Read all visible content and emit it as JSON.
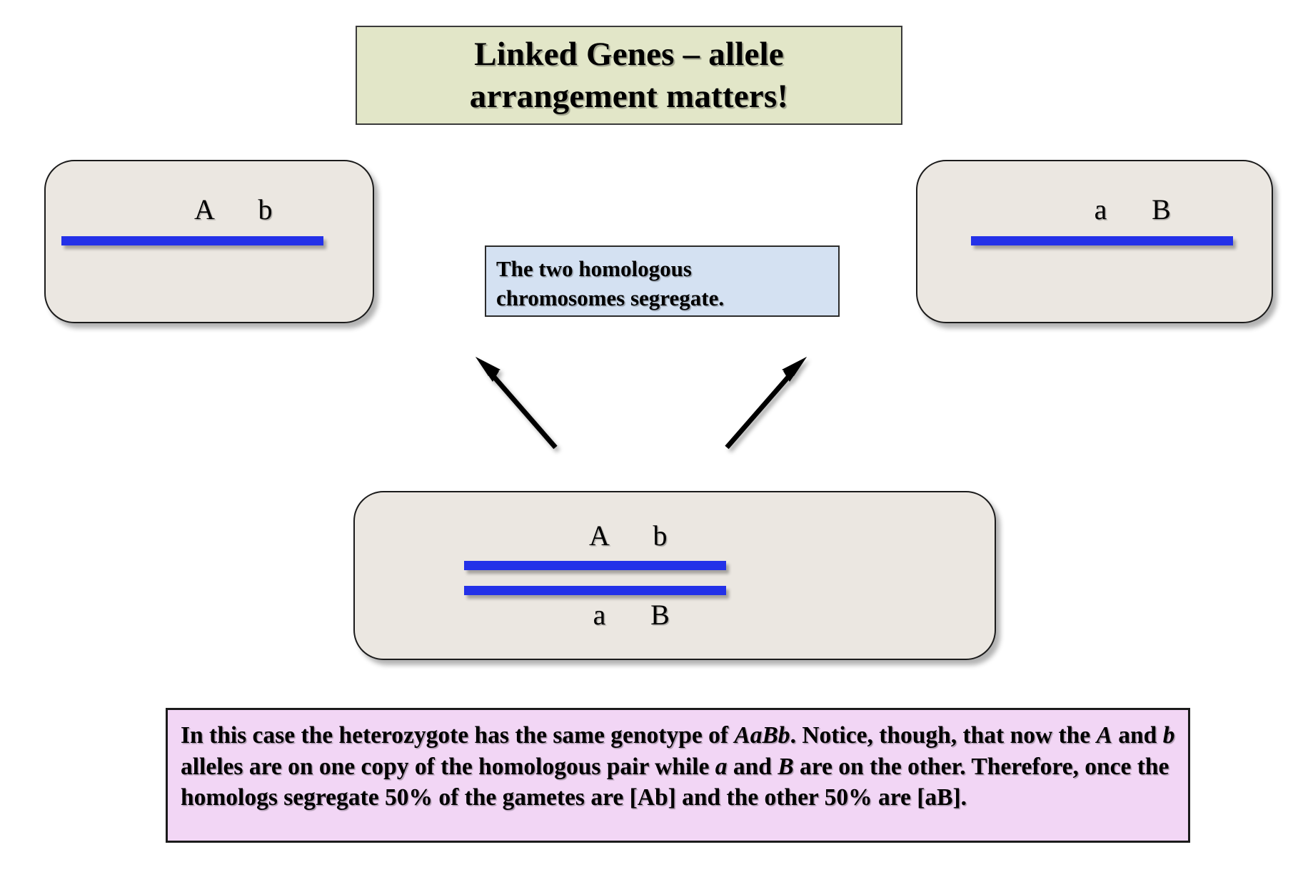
{
  "title": {
    "text": "Linked Genes – allele\narrangement matters!",
    "background_color": "#E2E6C8"
  },
  "callout": {
    "text": "The two homologous\nchromosomes segregate.",
    "background_color": "#D4E1F2"
  },
  "cards": {
    "left": {
      "name": "gamete-chromosome-Ab",
      "alleles_top": [
        "A",
        "b"
      ],
      "bar_color": "#2331E8",
      "background_color": "#EBE7E1"
    },
    "right": {
      "name": "gamete-chromosome-aB",
      "alleles_top": [
        "a",
        "B"
      ],
      "bar_color": "#2331E8",
      "background_color": "#EBE7E1"
    },
    "bottom": {
      "name": "heterozygote-homologous-pair",
      "alleles_top": [
        "A",
        "b"
      ],
      "alleles_bottom": [
        "a",
        "B"
      ],
      "bar_color": "#2331E8",
      "background_color": "#EBE7E1"
    }
  },
  "arrows": [
    {
      "name": "arrow-to-left-gamete",
      "direction": "up-left"
    },
    {
      "name": "arrow-to-right-gamete",
      "direction": "up-right"
    }
  ],
  "explanation": {
    "background_color": "#F2D6F5",
    "segments": [
      {
        "text": "In this case the heterozygote has the same genotype of ",
        "italic": false
      },
      {
        "text": "AaBb",
        "italic": true
      },
      {
        "text": ". Notice, though, that now the ",
        "italic": false
      },
      {
        "text": "A",
        "italic": true
      },
      {
        "text": " and ",
        "italic": false
      },
      {
        "text": "b",
        "italic": true
      },
      {
        "text": " alleles are on one copy of the homologous pair while ",
        "italic": false
      },
      {
        "text": "a",
        "italic": true
      },
      {
        "text": " and ",
        "italic": false
      },
      {
        "text": "B",
        "italic": true
      },
      {
        "text": " are on the other. Therefore, once the homologs segregate 50% of the gametes are [Ab] and the other 50% are [aB].",
        "italic": false
      }
    ]
  }
}
